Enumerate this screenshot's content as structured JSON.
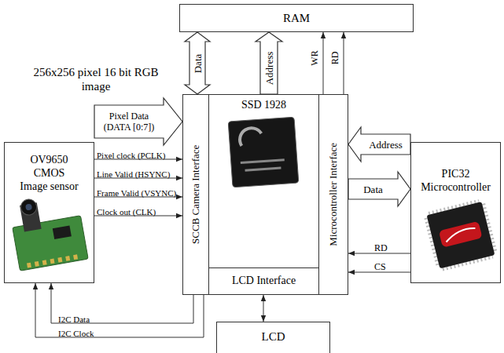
{
  "diagram": {
    "nodes": [
      {
        "text": [
          "RAM"
        ]
      },
      {
        "text": [
          "SSD 1928"
        ]
      },
      {
        "text": [
          "SCCB Camera Interface"
        ],
        "in": 1
      },
      {
        "text": [
          "Microcontroller Interface"
        ],
        "in": 1
      },
      {
        "text": [
          "LCD Interface"
        ],
        "in": 1
      },
      {
        "text": [
          "OV9650 CMOS Image sensor"
        ]
      },
      {
        "text": [
          "PIC32 Microcontroller"
        ]
      },
      {
        "text": [
          "LCD"
        ]
      }
    ],
    "edges": [
      {
        "from": 1,
        "to": 0,
        "label": "Data",
        "arrow": "both"
      },
      {
        "from": 1,
        "to": 0,
        "label": "Address",
        "arrow": "to"
      },
      {
        "from": 3,
        "to": 0,
        "label": "WR",
        "arrow": "to"
      },
      {
        "from": 3,
        "to": 0,
        "label": "RD",
        "arrow": "to"
      },
      {
        "from": 5,
        "to": 2,
        "label": "Pixel Data (DATA [0:7])",
        "arrow": "to"
      },
      {
        "from": 5,
        "to": 2,
        "label": "Pixel clock (PCLK)",
        "arrow": "to"
      },
      {
        "from": 5,
        "to": 2,
        "label": "Line Valid (HSYNC)",
        "arrow": "to"
      },
      {
        "from": 5,
        "to": 2,
        "label": "Frame Valid (VSYNC)",
        "arrow": "to"
      },
      {
        "from": 5,
        "to": 2,
        "label": "Clock out (CLK)",
        "arrow": "to"
      },
      {
        "from": 2,
        "to": 5,
        "label": "I2C Data",
        "arrow": "to"
      },
      {
        "from": 2,
        "to": 5,
        "label": "I2C Clock",
        "arrow": "to"
      },
      {
        "from": 6,
        "to": 3,
        "label": "Address",
        "arrow": "to"
      },
      {
        "from": 3,
        "to": 6,
        "label": "Data",
        "arrow": "to"
      },
      {
        "from": 6,
        "to": 3,
        "label": "RD",
        "arrow": "to"
      },
      {
        "from": 6,
        "to": 3,
        "label": "CS",
        "arrow": "to"
      },
      {
        "from": 4,
        "to": 7,
        "arrow": "both"
      }
    ],
    "labels": [
      "256x256 pixel 16 bit RGB image"
    ]
  }
}
